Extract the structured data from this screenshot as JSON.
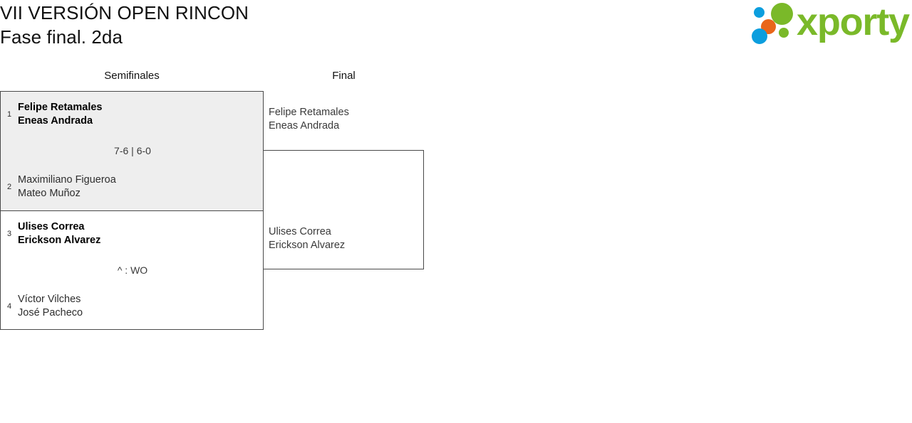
{
  "header": {
    "title_line1": "VII VERSIÓN OPEN RINCON",
    "title_line2": "Fase final. 2da"
  },
  "logo": {
    "wordmark": "xporty",
    "colors": {
      "green": "#7ab929",
      "blue": "#0c9ede",
      "orange": "#e9661a"
    },
    "dots": [
      {
        "name": "blue-small-dot",
        "color": "#0c9ede"
      },
      {
        "name": "green-large-dot",
        "color": "#7ab929"
      },
      {
        "name": "orange-dot",
        "color": "#e9661a"
      },
      {
        "name": "green-small-dot",
        "color": "#7ab929"
      },
      {
        "name": "blue-large-dot",
        "color": "#0c9ede"
      }
    ]
  },
  "bracket": {
    "rounds": [
      {
        "key": "semifinals",
        "label": "Semifinales"
      },
      {
        "key": "final",
        "label": "Final"
      }
    ],
    "semifinals": [
      {
        "highlighted": true,
        "score": "7-6 | 6-0",
        "teams": [
          {
            "seed": "1",
            "winner": true,
            "player1": "Felipe Retamales",
            "player2": "Eneas Andrada"
          },
          {
            "seed": "2",
            "winner": false,
            "player1": "Maximiliano Figueroa",
            "player2": "Mateo Muñoz"
          }
        ]
      },
      {
        "highlighted": false,
        "score": "^ : WO",
        "teams": [
          {
            "seed": "3",
            "winner": true,
            "player1": "Ulises Correa",
            "player2": "Erickson Alvarez"
          },
          {
            "seed": "4",
            "winner": false,
            "player1": "Víctor Vilches",
            "player2": "José Pacheco"
          }
        ]
      }
    ],
    "final": {
      "score": "",
      "teams": [
        {
          "winner": false,
          "player1": "Felipe Retamales",
          "player2": "Eneas Andrada"
        },
        {
          "winner": false,
          "player1": "Ulises Correa",
          "player2": "Erickson Alvarez"
        }
      ]
    }
  }
}
